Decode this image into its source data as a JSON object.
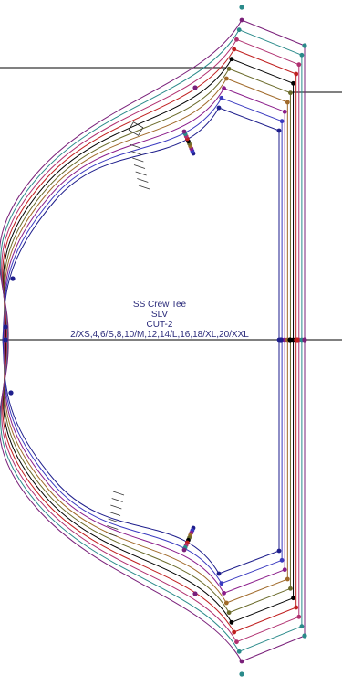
{
  "pattern": {
    "style_label": "SS Crew Tee",
    "piece_label": "SLV",
    "cut_label": "CUT-2",
    "sizes_label": "2/XS,4,6/S,8,10/M,12,14/L,16,18/XL,20/XXL"
  },
  "size_colors": [
    "#1e1e8c",
    "#3a3ac0",
    "#8a1c8a",
    "#a06a2a",
    "#6a6a2a",
    "#000000",
    "#c02020",
    "#b03070",
    "#2a8a8a",
    "#7a207a"
  ],
  "point_colors": {
    "marker_blue": "#1e1e8c",
    "marker_red": "#c02020",
    "marker_purple": "#7a207a",
    "marker_teal": "#2a8a8a",
    "marker_black": "#000000"
  }
}
